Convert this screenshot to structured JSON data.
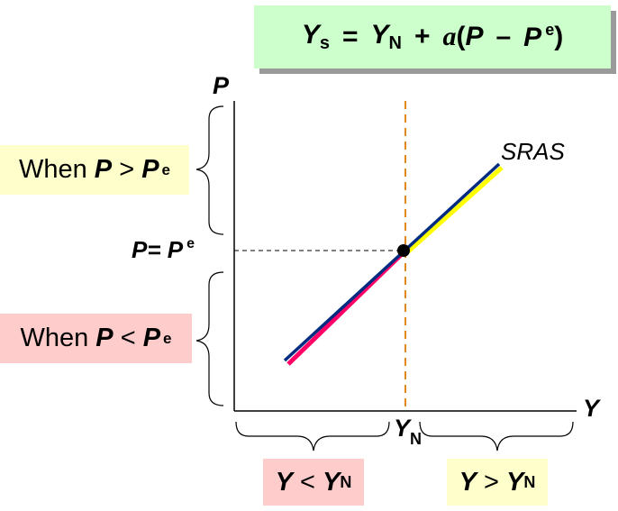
{
  "formula": {
    "lhs": "Y",
    "lhs_sub": "s",
    "equals": "=",
    "yn": "Y",
    "yn_sub": "N",
    "plus": "+",
    "coef": "a",
    "open": "(",
    "p": "P",
    "minus": "–",
    "pe": "P",
    "pe_sup": "e",
    "close": ")"
  },
  "axes": {
    "y_label": "P",
    "x_label": "Y"
  },
  "curve": {
    "name": "SRAS"
  },
  "equilibrium": {
    "price_label": "P= P",
    "price_sup": "e",
    "output_label": "Y",
    "output_sub": "N"
  },
  "callouts": {
    "high_prefix": "When ",
    "high_p": "P",
    "high_op": " > ",
    "high_pe": "P",
    "high_sup": "e",
    "low_prefix": "When ",
    "low_p": "P",
    "low_op": " < ",
    "low_pe": "P",
    "low_sup": "e",
    "ylow_y": "Y",
    "ylow_op": " < ",
    "ylow_yn": "Y",
    "ylow_sub": "N",
    "yhigh_y": "Y",
    "yhigh_op": " > ",
    "yhigh_yn": "Y",
    "yhigh_sub": "N"
  },
  "colors": {
    "formula_bg": "#ccffcc",
    "callout_yellow": "#ffffcc",
    "callout_pink": "#ffcccc",
    "sras_line": "#002b80",
    "upper_highlight": "#ffff00",
    "lower_highlight": "#ff0066",
    "yn_dashed": "#e08a1e"
  }
}
